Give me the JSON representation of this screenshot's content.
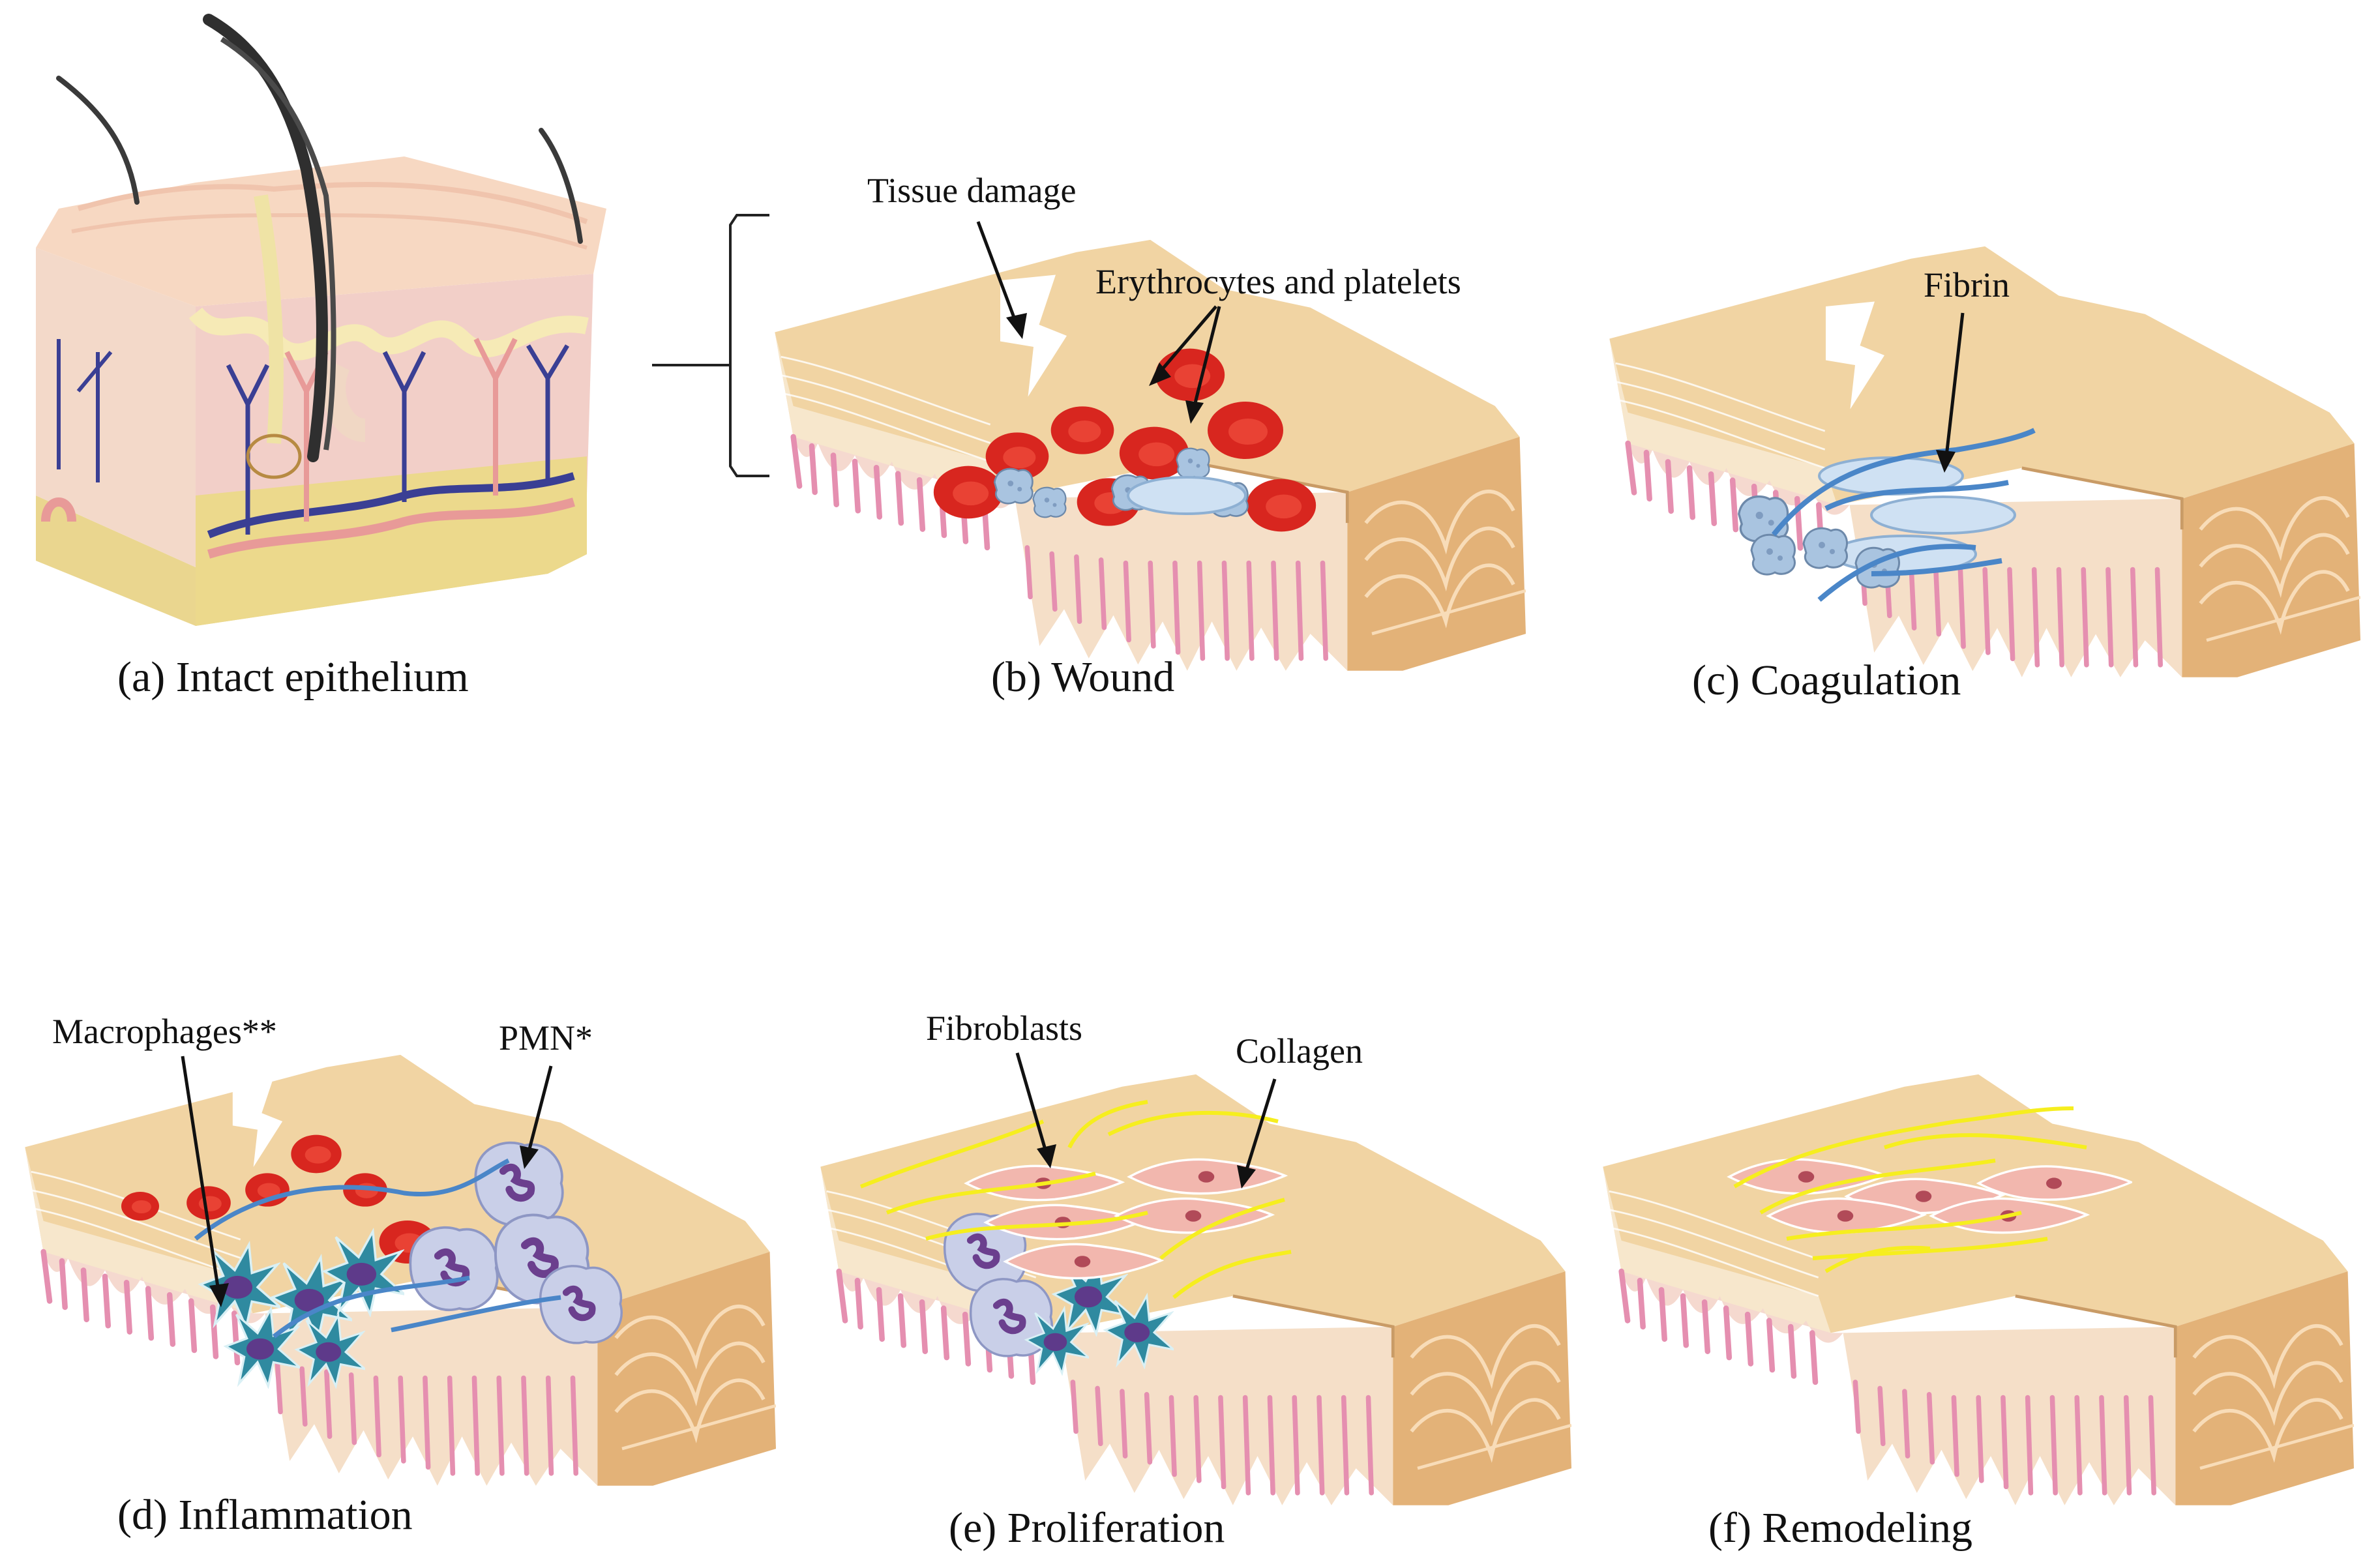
{
  "panels": {
    "a": {
      "caption": "(a) Intact  epithelium"
    },
    "b": {
      "caption": "(b) Wound",
      "labels": {
        "tissue_damage": "Tissue damage",
        "erythrocytes": "Erythrocytes and platelets"
      }
    },
    "c": {
      "caption": "(c) Coagulation",
      "labels": {
        "fibrin": "Fibrin"
      }
    },
    "d": {
      "caption": "(d) Inflammation",
      "labels": {
        "macrophages": "Macrophages**",
        "pmn": "PMN*"
      }
    },
    "e": {
      "caption": "(e) Proliferation",
      "labels": {
        "fibroblasts": "Fibroblasts",
        "collagen": "Collagen"
      }
    },
    "f": {
      "caption": "(f) Remodeling"
    }
  },
  "colors": {
    "tissue_top": "#f1d4a3",
    "tissue_side": "#e3b278",
    "dermis_pink": "#eec8c0",
    "papillae": "#e58fb0",
    "erythrocyte": "#d8261f",
    "platelet": "#a9c4e0",
    "fibrin": "#4a86c8",
    "macrophage": "#2f8aa0",
    "pmn": "#c9cfe8",
    "fibroblast": "#f2b7ae",
    "collagen": "#f6ee1e"
  },
  "icons": [
    "skin-block-icon",
    "tissue-block-icon",
    "erythrocyte-icon",
    "platelet-icon",
    "fibrin-strand-icon",
    "macrophage-icon",
    "pmn-icon",
    "fibroblast-icon",
    "collagen-fiber-icon",
    "hair-icon",
    "blood-vessel-icon"
  ]
}
